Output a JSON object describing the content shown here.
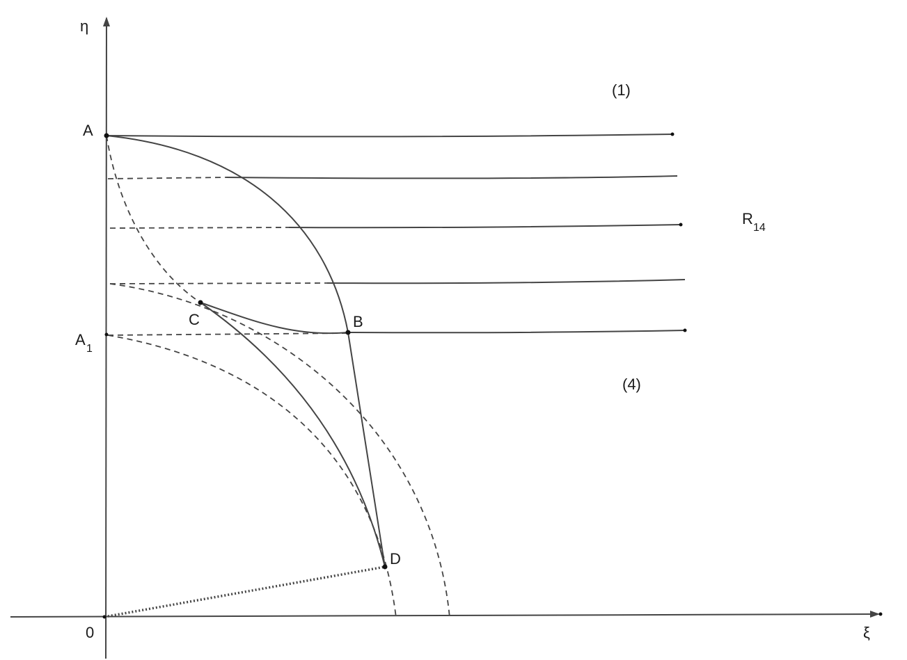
{
  "axes": {
    "x_label": "ξ",
    "y_label": "η",
    "origin_label": "0"
  },
  "points": {
    "A": "A",
    "A1_main": "A",
    "A1_sub": "1",
    "B": "B",
    "C": "C",
    "D": "D"
  },
  "regions": {
    "upper": "(1)",
    "lower": "(4)",
    "right_main": "R",
    "right_sub": "14"
  }
}
